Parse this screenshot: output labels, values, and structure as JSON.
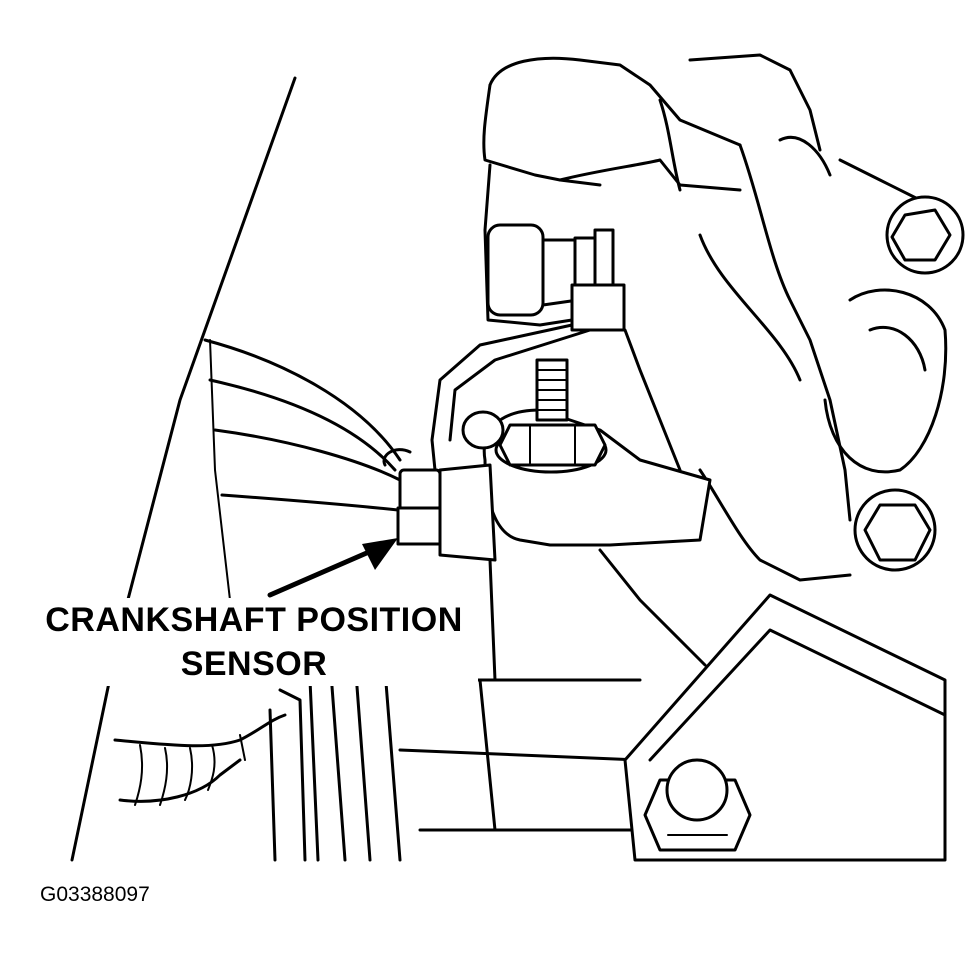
{
  "diagram": {
    "callout": {
      "line1": "CRANKSHAFT POSITION",
      "line2": "SENSOR"
    },
    "figure_id": "G03388097"
  }
}
